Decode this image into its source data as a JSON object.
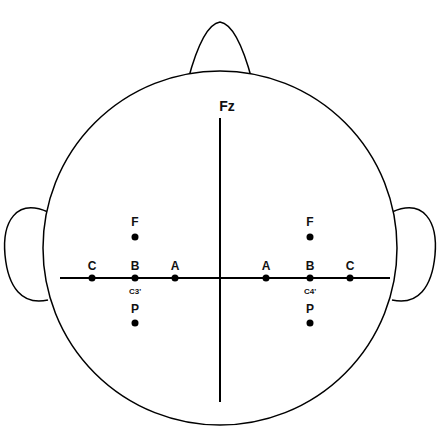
{
  "diagram": {
    "labels": [
      "Fz",
      "F",
      "F",
      "C",
      "B",
      "A",
      "A",
      "B",
      "C",
      "C3'",
      "C4'",
      "P",
      "P"
    ]
  }
}
